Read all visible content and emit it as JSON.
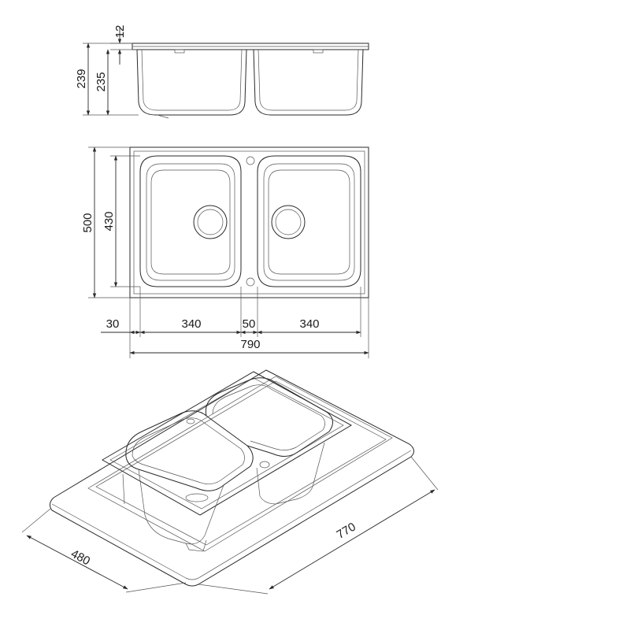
{
  "dimensions": {
    "rim_thickness": "12",
    "total_height": "239",
    "bowl_depth": "235",
    "overall_depth": "500",
    "bowl_length": "430",
    "side_margin": "30",
    "left_bowl_width": "340",
    "center_gap": "50",
    "right_bowl_width": "340",
    "overall_width": "790",
    "cutout_depth": "480",
    "cutout_width": "770"
  },
  "colors": {
    "line": "#2a2a2a",
    "background": "#ffffff"
  }
}
